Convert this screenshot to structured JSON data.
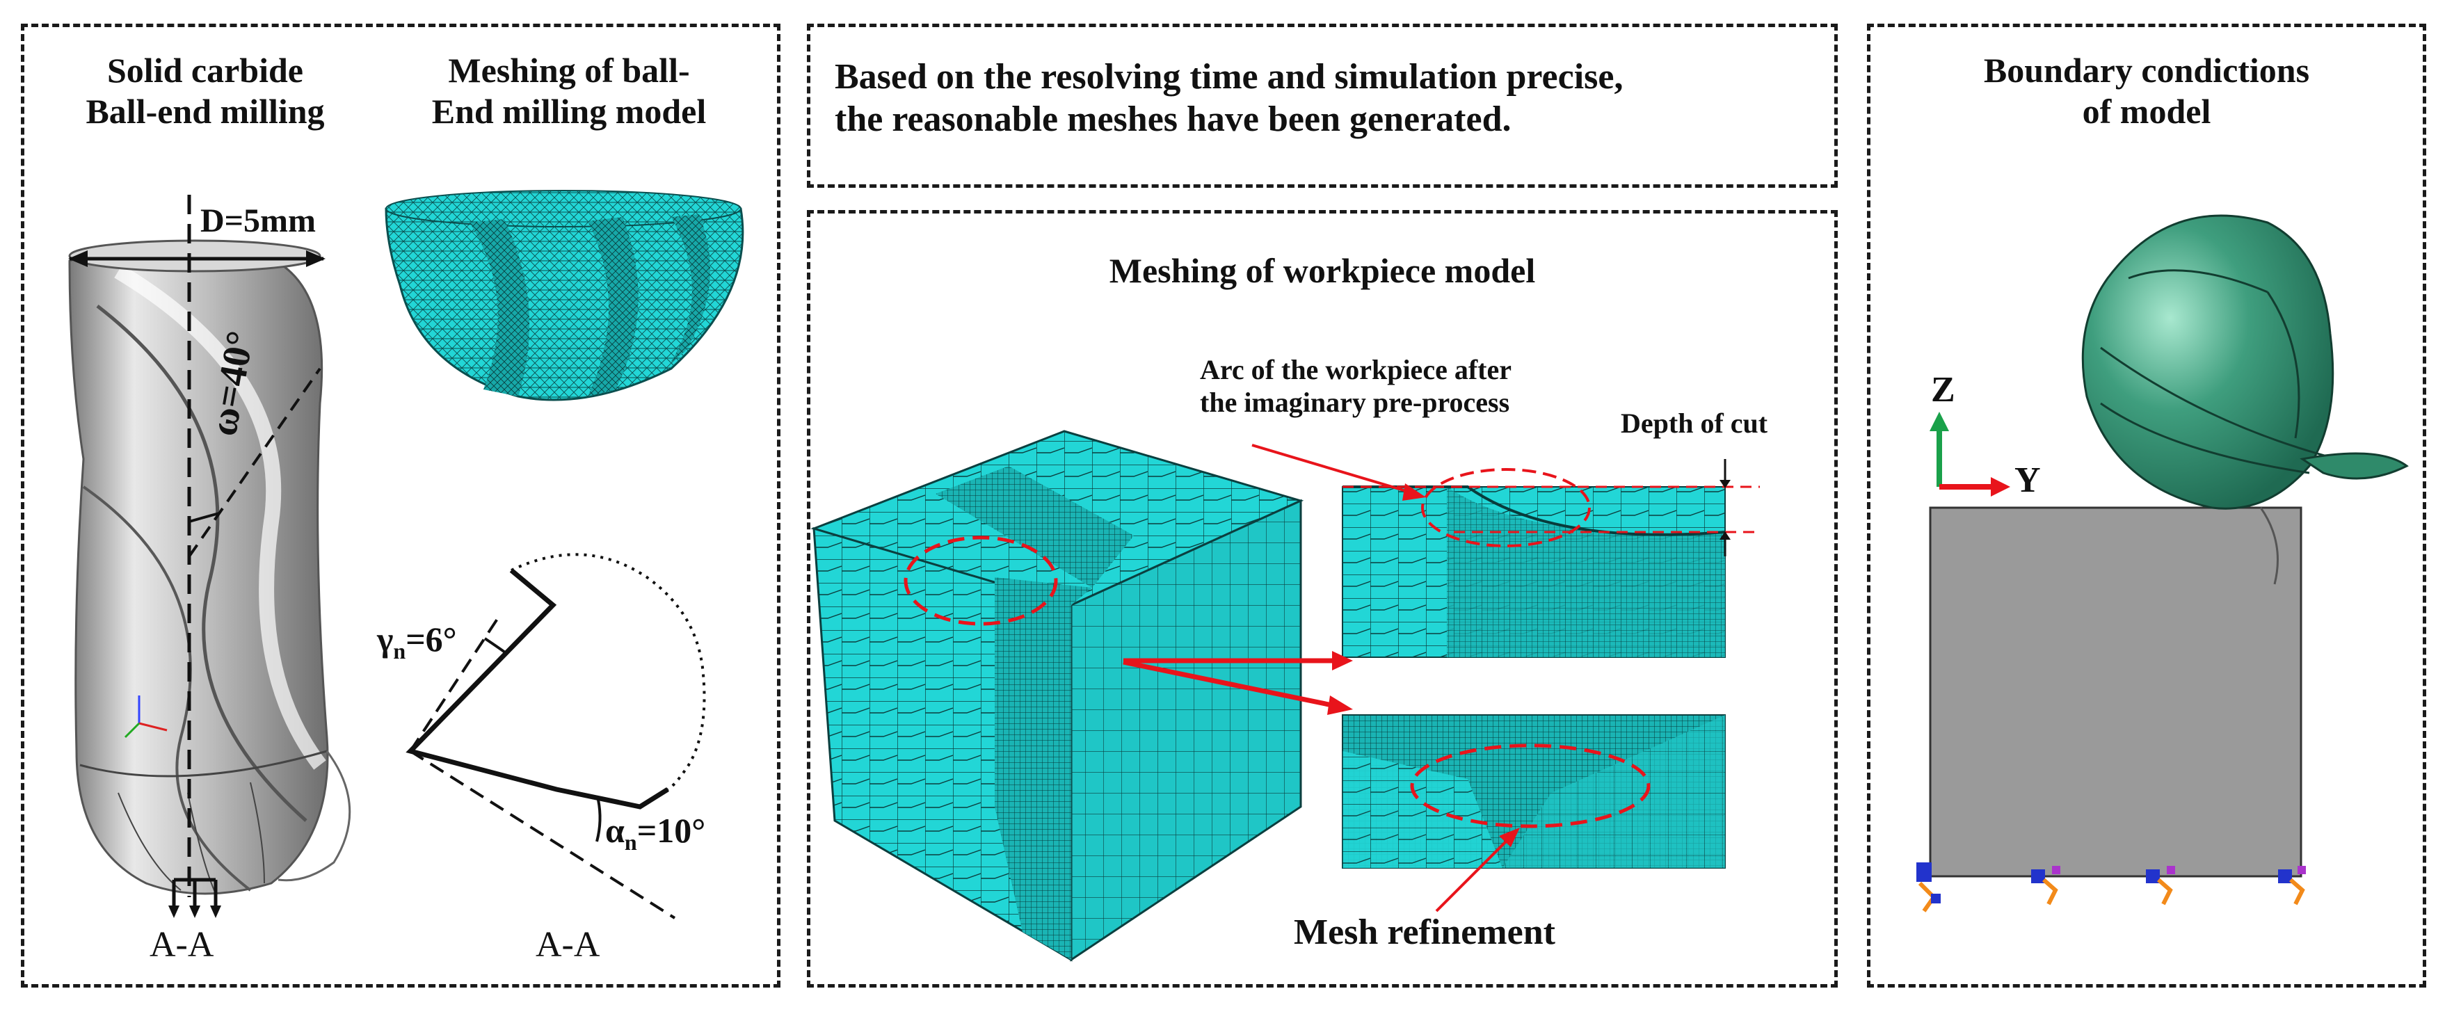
{
  "panels": {
    "tool": {
      "title_left_1": "Solid carbide",
      "title_left_2": "Ball-end milling",
      "title_right_1": "Meshing of ball-",
      "title_right_2": "End milling model",
      "diameter": "D=5mm",
      "helix_angle": "ω=40°",
      "rake_angle": "γ",
      "rake_angle_sub": "n",
      "rake_angle_val": "=6°",
      "clearance_angle": "α",
      "clearance_angle_sub": "n",
      "clearance_angle_val": "=10°",
      "section_left": "A-A",
      "section_right": "A-A"
    },
    "note": {
      "line1": "Based on the resolving time and simulation precise,",
      "line2": "the reasonable meshes have been generated."
    },
    "workpiece": {
      "title": "Meshing of workpiece model",
      "arc_label_1": "Arc of the workpiece after",
      "arc_label_2": "the imaginary pre-process",
      "depth_label": "Depth of cut",
      "refine_label": "Mesh refinement"
    },
    "boundary": {
      "title_1": "Boundary condictions",
      "title_2": "of model",
      "axis_z": "Z",
      "axis_y": "Y"
    }
  },
  "colors": {
    "mesh_cyan": "#22d6d6",
    "mesh_dark": "#0d6f6f",
    "tool_green": "#3f9e7e",
    "workpiece_grey": "#9a9a9a",
    "annotation_red": "#e8141b"
  }
}
